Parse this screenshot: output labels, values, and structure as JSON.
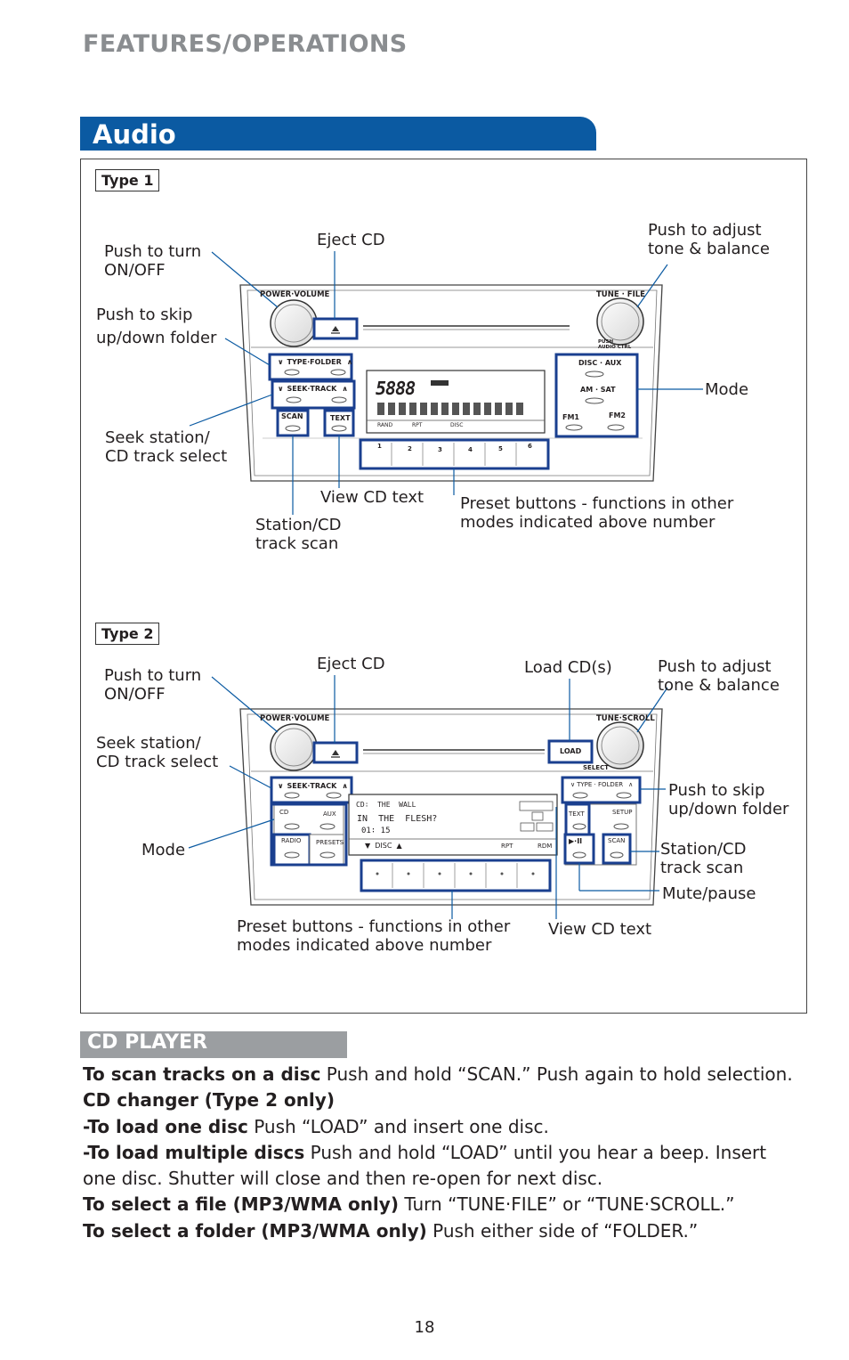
{
  "header": "FEATURES/OPERATIONS",
  "section_title": "Audio",
  "type1": {
    "tag": "Type 1",
    "labels": {
      "power": "Push to turn\nON/OFF",
      "eject": "Eject CD",
      "tone": "Push to adjust\ntone & balance",
      "skip_folder": "Push to skip\nup/down folder",
      "mode": "Mode",
      "seek": "Seek station/\nCD track select",
      "view_text": "View CD text",
      "preset": "Preset buttons - functions in other\nmodes indicated above number",
      "scan": "Station/CD\ntrack scan"
    },
    "radio": {
      "power_volume": "POWER·VOLUME",
      "tune_file": "TUNE · FILE",
      "push_audio": "PUSH\nAUDIO CTRL",
      "type_folder": "TYPE·FOLDER",
      "seek_track": "SEEK·TRACK",
      "scan": "SCAN",
      "text": "TEXT",
      "disc_aux": "DISC · AUX",
      "am_sat": "AM · SAT",
      "fm1": "FM1",
      "fm2": "FM2",
      "display_digits": "5888",
      "presets": [
        "1",
        "2",
        "3",
        "4",
        "5",
        "6"
      ],
      "disc": "DISC",
      "rand": "RAND",
      "rpt": "RPT"
    }
  },
  "type2": {
    "tag": "Type 2",
    "labels": {
      "power": "Push to turn\nON/OFF",
      "eject": "Eject CD",
      "load": "Load CD(s)",
      "tone": "Push to adjust\ntone & balance",
      "seek": "Seek station/\nCD track select",
      "skip_folder": "Push to skip\nup/down folder",
      "mode": "Mode",
      "scan": "Station/CD\ntrack scan",
      "mute": "Mute/pause",
      "preset": "Preset buttons - functions in other\nmodes indicated above number",
      "view_text": "View CD text"
    },
    "radio": {
      "power_volume": "POWER·VOLUME",
      "tune_scroll": "TUNE·SCROLL",
      "load": "LOAD",
      "select": "SELECT",
      "seek_track": "SEEK·TRACK",
      "type_folder": "TYPE · FOLDER",
      "cd": "CD",
      "aux": "AUX",
      "radio": "RADIO",
      "presets": "PRESETS",
      "text": "TEXT",
      "setup": "SETUP",
      "scan": "SCAN",
      "play_pause": "▶·II",
      "display_line1": "CD∶  THE  WALL",
      "display_line2": "IN  THE  FLESH?",
      "display_line3": "01∶ 15",
      "display_disc": "DISC",
      "display_rpt": "RPT",
      "display_rdm": "RDM"
    }
  },
  "cd_player": {
    "title": "CD PLAYER",
    "lines": [
      {
        "bold": "To scan tracks on a disc",
        "text": " Push and hold “SCAN.” Push again to hold selection."
      },
      {
        "bold": "CD changer (Type 2 only)",
        "text": ""
      },
      {
        "bold": "-To load one disc",
        "text": " Push “LOAD” and insert one disc."
      },
      {
        "bold": "-To load multiple discs",
        "text": " Push and hold “LOAD” until you hear a beep. Insert one disc. Shutter will close and then re-open for next disc."
      },
      {
        "bold": "To select a file (MP3/WMA only)",
        "text": " Turn “TUNE·FILE” or “TUNE·SCROLL.”"
      },
      {
        "bold": "To select a folder (MP3/WMA only)",
        "text": " Push either side of “FOLDER.”"
      }
    ]
  },
  "page_number": "18",
  "colors": {
    "blue": "#0b5aa2",
    "gray_header": "#8a8d90",
    "gray_bar": "#9b9ea1",
    "highlight": "#1a3f8f"
  }
}
